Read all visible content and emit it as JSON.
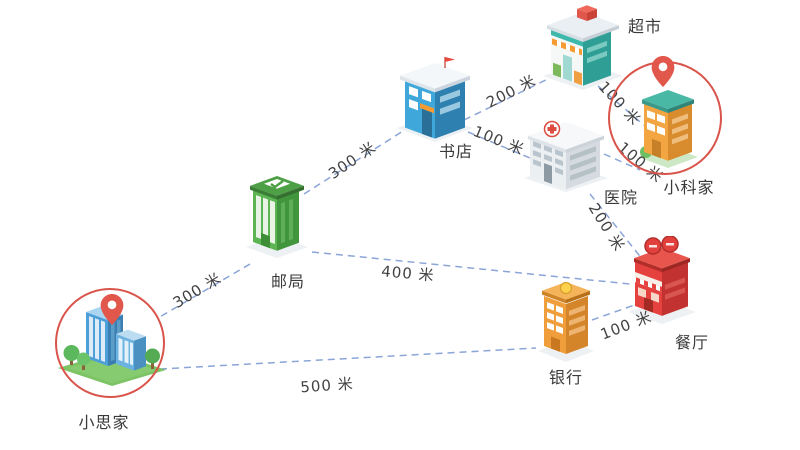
{
  "diagram": {
    "nodes": [
      {
        "id": "supermarket",
        "label": "超市"
      },
      {
        "id": "bookstore",
        "label": "书店"
      },
      {
        "id": "hospital",
        "label": "医院"
      },
      {
        "id": "xiaoke-home",
        "label": "小科家"
      },
      {
        "id": "post-office",
        "label": "邮局"
      },
      {
        "id": "restaurant",
        "label": "餐厅"
      },
      {
        "id": "bank",
        "label": "银行"
      },
      {
        "id": "xiaosi-home",
        "label": "小思家"
      }
    ],
    "edges": [
      {
        "from": "书店",
        "to": "超市",
        "label": "200 米"
      },
      {
        "from": "书店",
        "to": "医院",
        "label": "100 米"
      },
      {
        "from": "超市",
        "to": "小科家",
        "label": "100 米"
      },
      {
        "from": "医院",
        "to": "小科家",
        "label": "100 米"
      },
      {
        "from": "医院",
        "to": "餐厅",
        "label": "200 米"
      },
      {
        "from": "邮局",
        "to": "书店",
        "label": "300 米"
      },
      {
        "from": "邮局",
        "to": "小思家",
        "label": "300 米"
      },
      {
        "from": "邮局",
        "to": "餐厅",
        "label": "400 米"
      },
      {
        "from": "小思家",
        "to": "银行",
        "label": "500 米"
      },
      {
        "from": "银行",
        "to": "餐厅",
        "label": "100 米"
      }
    ],
    "colors": {
      "route_line": "#8ba5d8",
      "highlight_circle": "#d9544a",
      "pin": "#e2574c",
      "label_text": "#3a3a3a"
    }
  }
}
